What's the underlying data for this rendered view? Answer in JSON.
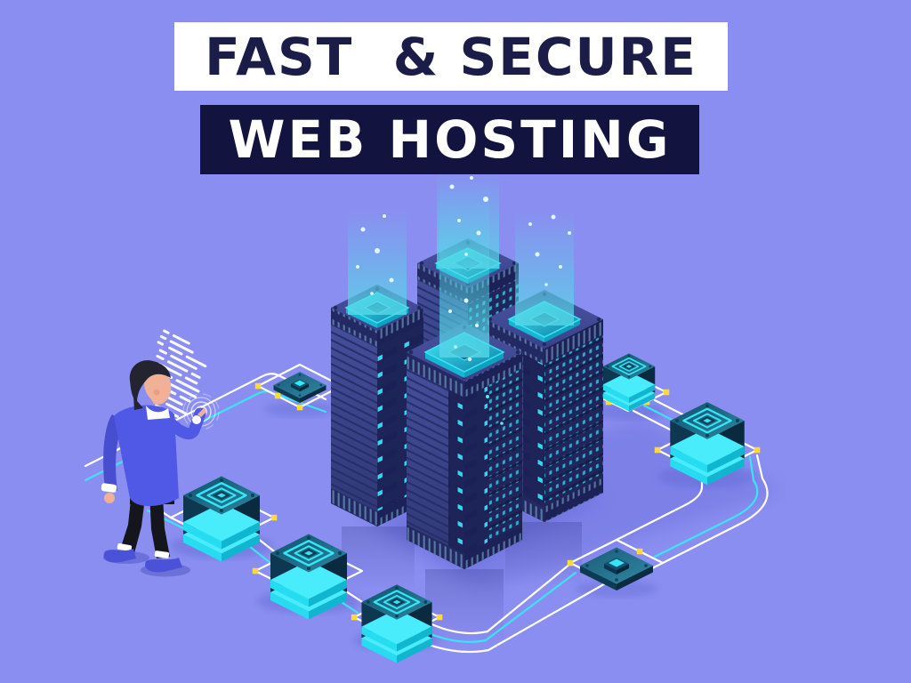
{
  "banner": {
    "line1": "FAST  & SECURE",
    "line2": "WEB HOSTING"
  },
  "palette": {
    "bg": "#8a8ef0",
    "banner1_bg": "#ffffff",
    "banner1_text": "#1c1c49",
    "banner2_bg": "#131340",
    "banner2_text": "#ffffff",
    "line_white": "#ffffff",
    "line_cyan": "#3ce3f2",
    "node_yellow": "#ffd93e",
    "accent_cyan": "#35e6f6",
    "cyan_deep": "#14b8d4",
    "beam": "#56d8e8",
    "tower_top_light": "#4a549f",
    "tower_top_dark": "#39418c",
    "tower_left_light": "#46519e",
    "tower_left_dark": "#2e3674",
    "tower_right": "#20265c",
    "tower_slat": "#252c66",
    "tower_bar": "#1b2156",
    "platform_top_dark": "#0f4f6d",
    "platform_top_light": "#2c89a2",
    "platform_side_light": "#26dcf0",
    "platform_side_dark": "#10b6cf",
    "pad_top_dark": "#1b5a77",
    "pad_top_light": "#2f89a4",
    "pad_side": "#0d3a55",
    "jacket": "#5058e6",
    "jacket_dark": "#474fd0",
    "skin": "#f0b197",
    "hair": "#23242f",
    "pants": "#15151d",
    "shoe": "#4b52d8",
    "shadow_soft": "#646ad4",
    "floor_shadow": "#5a5fd0"
  },
  "illustration": {
    "description": "Isometric illustration: four glowing server towers emitting data beams, circuit paths with chip platforms and yellow nodes, and a man touching a floating hologram of code",
    "server_tower_count": 4,
    "node_platform_count": 5,
    "chip_pad_count": 2,
    "figure": "man-touching-holographic-code"
  }
}
